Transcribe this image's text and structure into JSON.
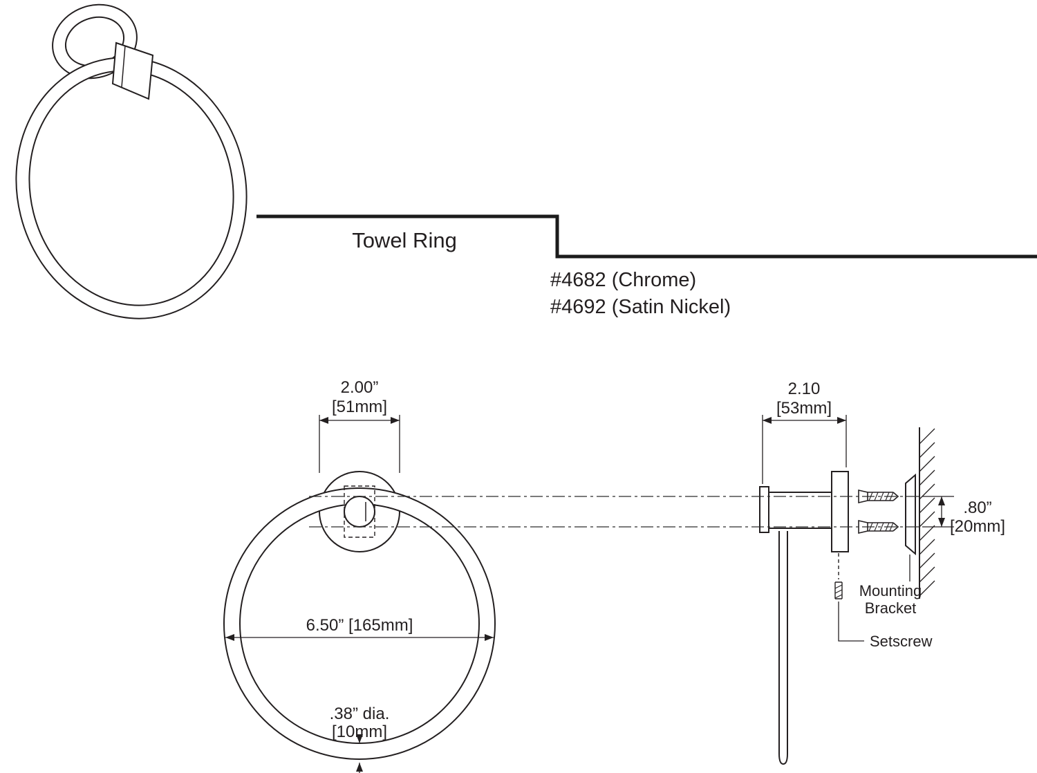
{
  "colors": {
    "line": "#231f20",
    "background": "#ffffff"
  },
  "title_block": {
    "title": "Towel Ring",
    "models": [
      "#4682 (Chrome)",
      "#4692 (Satin Nickel)"
    ]
  },
  "front_view": {
    "bracket_width_in": "2.00”",
    "bracket_width_mm": "[51mm]",
    "ring_diameter": "6.50” [165mm]",
    "tube_diameter_in": ".38” dia.",
    "tube_diameter_mm": "[10mm]"
  },
  "side_view": {
    "depth_in": "2.10",
    "depth_mm": "[53mm]",
    "spacing_in": ".80”",
    "spacing_mm": "[20mm]",
    "mounting_bracket_line1": "Mounting",
    "mounting_bracket_line2": "Bracket",
    "setscrew": "Setscrew"
  }
}
